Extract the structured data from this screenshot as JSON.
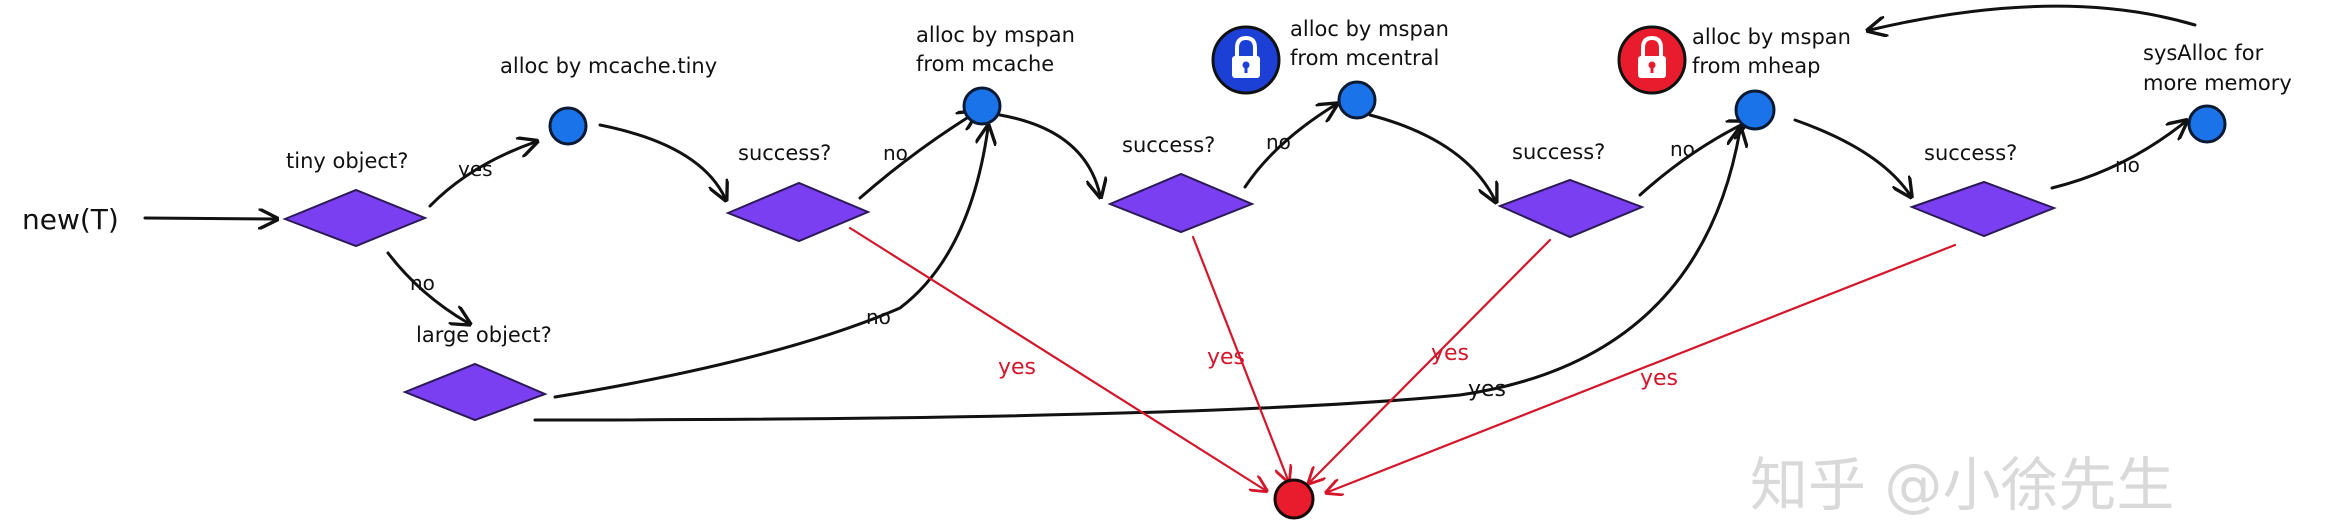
{
  "diagram": {
    "start": "new(T)",
    "decisions": {
      "tiny": "tiny object?",
      "large": "large object?",
      "success1": "success?",
      "success2": "success?",
      "success3": "success?",
      "success4": "success?"
    },
    "actions": {
      "mcache_tiny": "alloc by mcache.tiny",
      "mcache_line1": "alloc by mspan",
      "mcache_line2": "from mcache",
      "mcentral_line1": "alloc by mspan",
      "mcentral_line2": "from mcentral",
      "mheap_line1": "alloc by mspan",
      "mheap_line2": "from mheap",
      "sysalloc_line1": "sysAlloc for",
      "sysalloc_line2": "more memory"
    },
    "edge_labels": {
      "tiny_yes": "yes",
      "tiny_no": "no",
      "s1_no": "no",
      "large_no": "no",
      "s2_no": "no",
      "s3_no": "no",
      "s4_no": "no",
      "large_yes": "yes",
      "s1_yes": "yes",
      "s2_yes": "yes",
      "s3_yes": "yes",
      "s4_yes": "yes"
    },
    "lock_icons": [
      "mcentral-lock",
      "mheap-lock"
    ],
    "colors": {
      "diamond": "#7b3ff2",
      "node": "#1a73e8",
      "end": "#e81c2d",
      "yes_edge": "#d4162a"
    }
  },
  "watermark": "知乎 @小徐先生"
}
